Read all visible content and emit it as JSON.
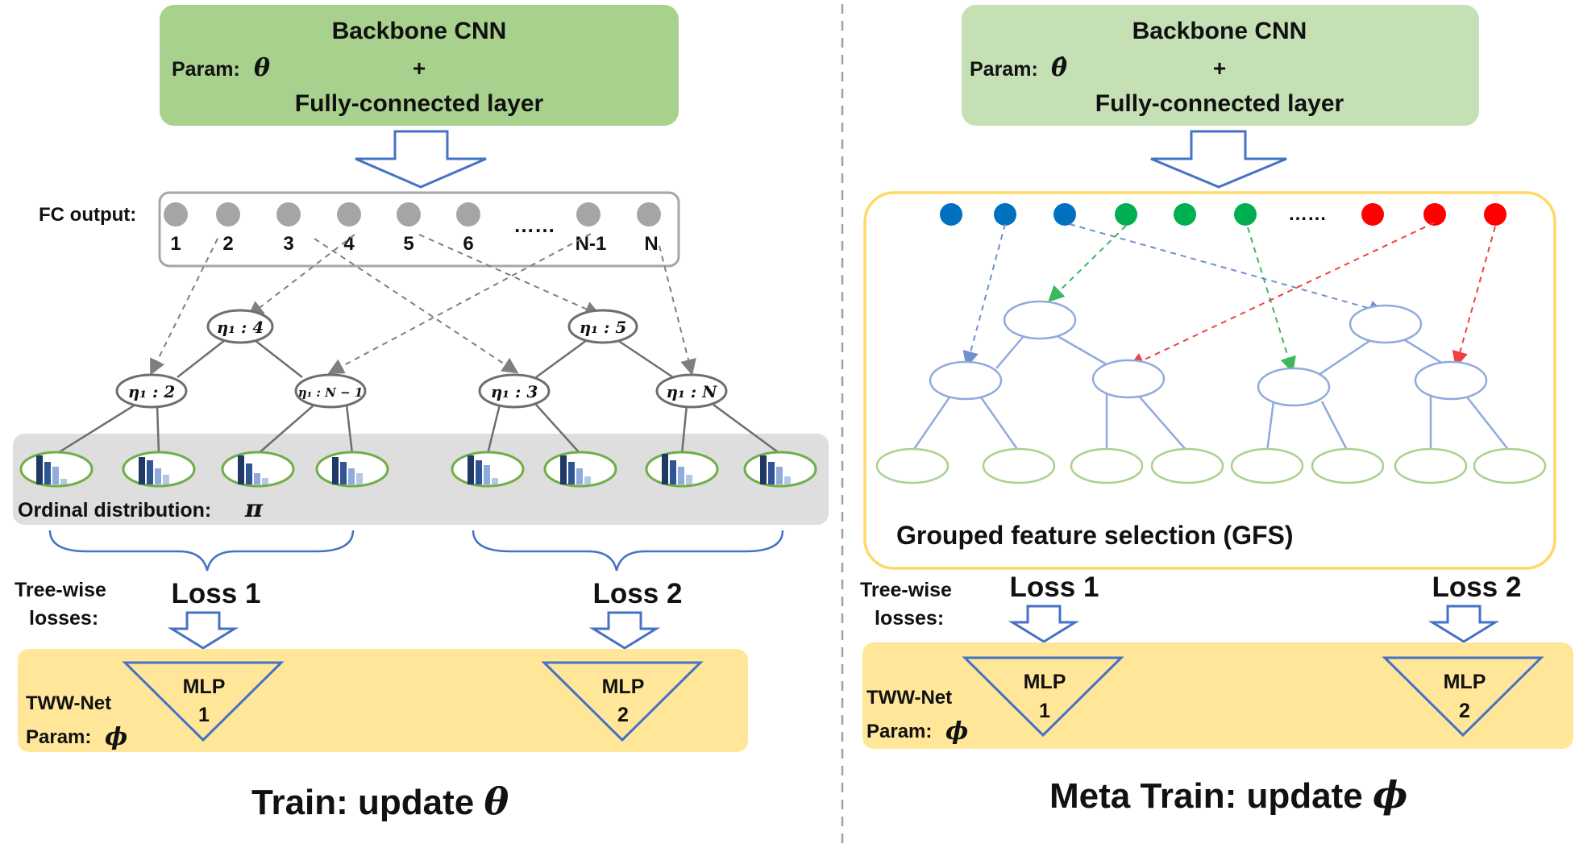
{
  "left_panel": {
    "backbone": {
      "title": "Backbone CNN",
      "param_label": "Param:",
      "param_symbol": "θ",
      "plus": "+",
      "fc": "Fully-connected layer"
    },
    "fc_output": {
      "label": "FC output:",
      "node_labels": [
        "1",
        "2",
        "3",
        "4",
        "5",
        "6",
        "……",
        "N-1",
        "N"
      ]
    },
    "trees": {
      "root_labels": [
        "η₁ : 4",
        "η₁ : 5"
      ],
      "child_labels": [
        "η₁ : 2",
        "η₁ : N − 1",
        "η₁ : 3",
        "η₁ : N"
      ]
    },
    "ordinal_label": "Ordinal distribution:",
    "ordinal_symbol": "π",
    "treewise_label_1": "Tree-wise",
    "treewise_label_2": "losses:",
    "loss_1": "Loss 1",
    "loss_2": "Loss 2",
    "mlp_1": [
      "MLP",
      "1"
    ],
    "mlp_2": [
      "MLP",
      "2"
    ],
    "tww_label": "TWW-Net",
    "tww_param": "Param:",
    "tww_symbol": "ϕ",
    "caption": "Train: update ",
    "caption_symbol": "θ"
  },
  "right_panel": {
    "backbone": {
      "title": "Backbone CNN",
      "param_label": "Param:",
      "param_symbol": "θ̂",
      "plus": "+",
      "fc": "Fully-connected layer"
    },
    "dots_ellipsis": "……",
    "gfs_label": "Grouped feature selection (GFS)",
    "treewise_label_1": "Tree-wise",
    "treewise_label_2": "losses:",
    "loss_1": "Loss 1",
    "loss_2": "Loss 2",
    "mlp_1": [
      "MLP",
      "1"
    ],
    "mlp_2": [
      "MLP",
      "2"
    ],
    "tww_label": "TWW-Net",
    "tww_param": "Param:",
    "tww_symbol": "ϕ",
    "caption": "Meta Train: update ",
    "caption_symbol": "ϕ"
  },
  "colors": {
    "green_box": "#a9d18e",
    "green_box_light": "#c5e0b4",
    "yellow_box": "#ffe699",
    "gray_band": "#dedede",
    "arrow_blue": "#4472c4",
    "node_gray": "#a5a5a5",
    "dot_blue": "#0070c0",
    "dot_green": "#00b050",
    "dot_red": "#ff0000",
    "leaf_green": "#70ad47",
    "tree_blue": "#8faadc",
    "gfs_border": "#ffd966"
  }
}
